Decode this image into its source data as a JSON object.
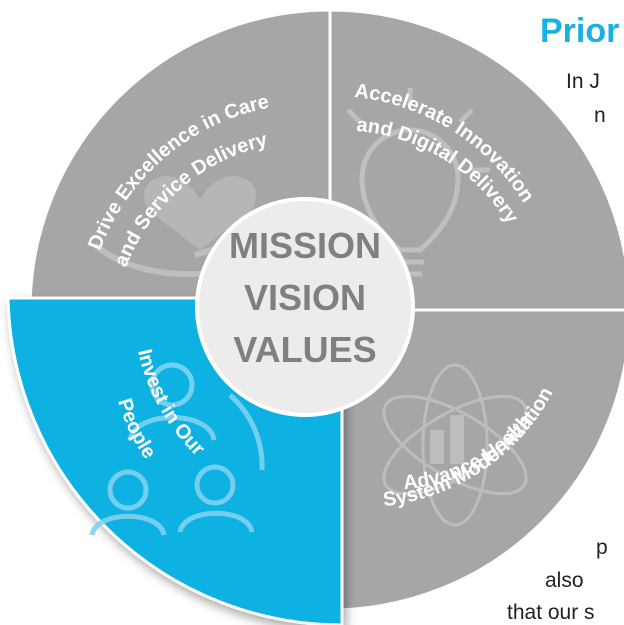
{
  "heading": {
    "text": "Prior",
    "color": "#1ab0e0"
  },
  "body_lines": [
    "In J",
    "n",
    "p",
    "also",
    "that our s"
  ],
  "center": {
    "lines": [
      "MISSION",
      "VISION",
      "VALUES"
    ]
  },
  "segments": {
    "care": {
      "lines": [
        "Drive Excellence in Care",
        "and Service Delivery"
      ],
      "icon": "heart-hand-icon"
    },
    "innovation": {
      "lines": [
        "Accelerate Innovation",
        "and Digital Delivery"
      ],
      "icon": "lightbulb-icon"
    },
    "modernization": {
      "lines": [
        "Advance Health",
        "System Modernization"
      ],
      "icon": "atom-chart-icon"
    },
    "people": {
      "lines": [
        "Invest in Our",
        "People"
      ],
      "icon": "people-network-icon"
    }
  },
  "colors": {
    "segment_gray": "#a6a6a6",
    "highlight_blue": "#0fb2e3",
    "center_circle": "#ececec",
    "center_text": "#808080",
    "divider": "#ffffff"
  }
}
